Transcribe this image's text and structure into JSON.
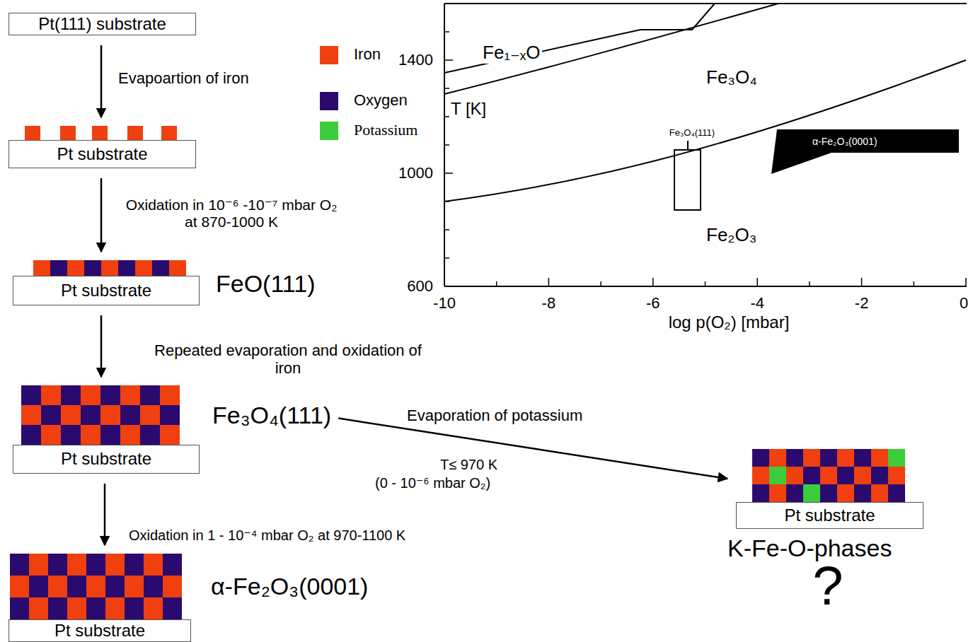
{
  "diagram": {
    "nodes": [
      {
        "text": [
          "Pt(111) substrate"
        ]
      },
      {
        "text": [
          "Pt substrate"
        ]
      },
      {
        "text": [
          "Pt substrate",
          "FeO(111)"
        ]
      },
      {
        "text": [
          "Pt substrate",
          "Fe₃O₄(111)"
        ]
      },
      {
        "text": [
          "Pt substrate",
          "α-Fe₂O₃(0001)"
        ]
      },
      {
        "text": [
          "Pt substrate",
          "K-Fe-O-phases"
        ]
      }
    ],
    "edges": [
      {
        "from": 0,
        "to": 1,
        "arrow": "to",
        "label": "Evapoartion of iron"
      },
      {
        "from": 1,
        "to": 2,
        "arrow": "to",
        "label": "Oxidation  in 10⁻⁶ -10⁻⁷  mbar O₂ at 870-1000 K"
      },
      {
        "from": 2,
        "to": 3,
        "arrow": "to",
        "label": "Repeated evaporation and oxidation of iron"
      },
      {
        "from": 3,
        "to": 4,
        "arrow": "to",
        "label": "Oxidation in 1 - 10⁻⁴  mbar O₂  at 970-1100 K"
      },
      {
        "from": 3,
        "to": 5,
        "arrow": "to",
        "label": "Evaporation of potassium"
      }
    ],
    "labels": [
      "1400",
      "1000",
      "600",
      "T [K]",
      "Fe₁₋ₓO",
      "Fe₃O₄",
      "Fe₃O₄(111)",
      "α-Fe₂O₃(0001)",
      "Fe₂O₃",
      "-10",
      "-8",
      "-6",
      "-4",
      "-2",
      "0",
      "log p(O₂)  [mbar]",
      "T≤ 970 K",
      "(0 - 10⁻⁶  mbar O₂)",
      "?"
    ],
    "legend": [
      {
        "text": "Iron",
        "color": "#f04010"
      },
      {
        "text": "Oxygen",
        "color": "#2a0a6e"
      },
      {
        "text": "Potassium",
        "color": "#3ccc3c"
      }
    ]
  }
}
